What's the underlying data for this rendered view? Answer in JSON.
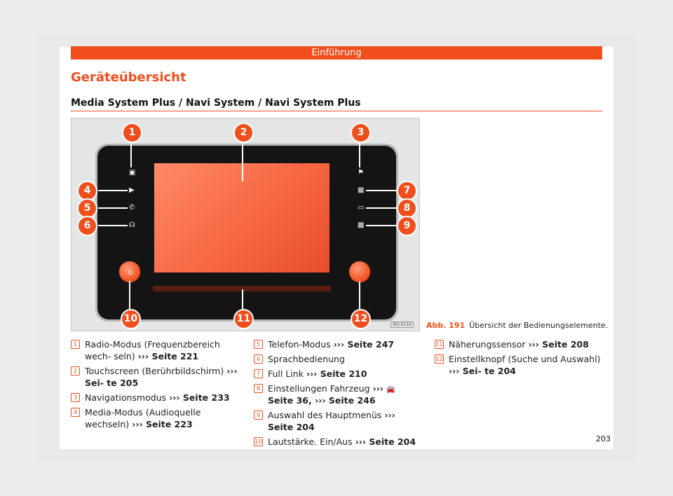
{
  "header": {
    "section": "Einführung"
  },
  "title": "Geräteübersicht",
  "subtitle": "Media System Plus / Navi System / Navi System Plus",
  "figure": {
    "code": "BFJ-0119",
    "caption_number": "Abb. 191",
    "caption_text": "Übersicht der Bedienungselemente.",
    "callouts": [
      "1",
      "2",
      "3",
      "4",
      "5",
      "6",
      "7",
      "8",
      "9",
      "10",
      "11",
      "12"
    ]
  },
  "items": [
    {
      "num": "1",
      "text": "Radio-Modus (Frequenzbereich wech- seln)",
      "ref": "››› Seite 221"
    },
    {
      "num": "2",
      "text": "Touchscreen (Berührbildschirm)",
      "ref": "››› Sei- te 205"
    },
    {
      "num": "3",
      "text": "Navigationsmodus",
      "ref": "››› Seite 233"
    },
    {
      "num": "4",
      "text": "Media-Modus (Audioquelle wechseln)",
      "ref": "››› Seite 223"
    },
    {
      "num": "5",
      "text": "Telefon-Modus",
      "ref": "››› Seite 247"
    },
    {
      "num": "6",
      "text": "Sprachbedienung",
      "ref": ""
    },
    {
      "num": "7",
      "text": "Full Link",
      "ref": "››› Seite 210"
    },
    {
      "num": "8",
      "text": "Einstellungen Fahrzeug",
      "ref": "Seite 36, ››› Seite 246",
      "ref_prefix": "›››"
    },
    {
      "num": "9",
      "text": "Auswahl des Hauptmenüs",
      "ref": "››› Seite 204"
    },
    {
      "num": "10",
      "text": "Lautstärke. Ein/Aus",
      "ref": "››› Seite 204"
    },
    {
      "num": "11",
      "text": "Näherungssensor",
      "ref": "››› Seite 208"
    },
    {
      "num": "12",
      "text": "Einstellknopf (Suche und Auswahl)",
      "ref": "››› Sei- te 204"
    }
  ],
  "page_number": "203",
  "icons": {
    "radio": "radio-icon",
    "navigation": "flag-icon",
    "media": "play-icon",
    "phone": "phone-icon",
    "voice": "voice-icon",
    "fulllink": "fulllink-icon",
    "car": "car-icon",
    "menu": "menu-grid-icon"
  },
  "colors": {
    "accent": "#f04e1c"
  }
}
